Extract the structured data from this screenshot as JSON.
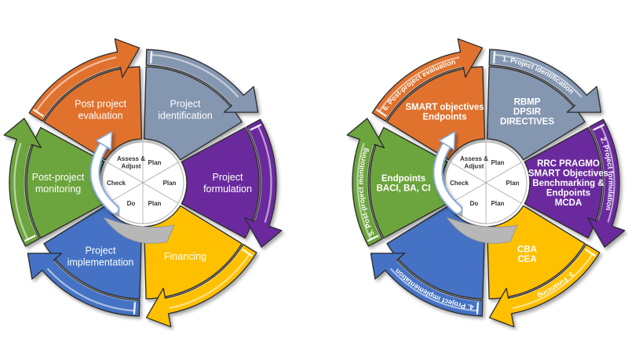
{
  "figure": {
    "background": "#ffffff",
    "description": "Two six-segment project-cycle wheels with PDCA hub"
  },
  "colors": {
    "slate": "#8496B0",
    "purple": "#6A2C9E",
    "yellow": "#FFC000",
    "blue": "#4472C4",
    "green": "#6CA43D",
    "orange": "#E0722D",
    "outline": "#2A2A2A",
    "label_text": "#FFFFFF",
    "hub_fill": "#FFFFFF",
    "hub_stroke": "#ADADAD",
    "hub_spoke": "#A6A6A6",
    "hub_text": "#333333",
    "swoosh_fill": "#B7B7B7",
    "swoosh_stroke": "#8F8F8F",
    "white_arrow_fill": "#FFFFFF",
    "white_arrow_outline": "#85A9DB"
  },
  "hub": {
    "labels": [
      {
        "key": "plan-top-right",
        "position": "top-right",
        "lines": [
          "Plan"
        ]
      },
      {
        "key": "plan-right",
        "position": "right",
        "lines": [
          "Plan"
        ]
      },
      {
        "key": "plan-bottom-right",
        "position": "bottom-right",
        "lines": [
          "Plan"
        ]
      },
      {
        "key": "do",
        "position": "bottom-left",
        "lines": [
          "Do"
        ]
      },
      {
        "key": "check",
        "position": "left",
        "lines": [
          "Check"
        ]
      },
      {
        "key": "assess-adjust",
        "position": "top-left",
        "lines": [
          "Assess &",
          "Adjust"
        ]
      }
    ]
  },
  "wheels": [
    {
      "key": "project-cycle-stages",
      "segments": [
        {
          "key": "project-identification",
          "color": "slate",
          "label_lines": [
            "Project",
            "identification"
          ],
          "band_label": ""
        },
        {
          "key": "project-formulation",
          "color": "purple",
          "label_lines": [
            "Project",
            "formulation"
          ],
          "band_label": ""
        },
        {
          "key": "financing",
          "color": "yellow",
          "label_lines": [
            "Financing"
          ],
          "band_label": ""
        },
        {
          "key": "project-implementation",
          "color": "blue",
          "label_lines": [
            "Project",
            "implementation"
          ],
          "band_label": ""
        },
        {
          "key": "post-project-monitoring",
          "color": "green",
          "label_lines": [
            "Post-project",
            "monitoring"
          ],
          "band_label": ""
        },
        {
          "key": "post-project-evaluation",
          "color": "orange",
          "label_lines": [
            "Post project",
            "evaluation"
          ],
          "band_label": ""
        }
      ]
    },
    {
      "key": "project-cycle-tools",
      "segments": [
        {
          "key": "project-identification-tools",
          "color": "slate",
          "label_lines": [
            "RBMP",
            "DPSIR",
            "DIRECTIVES"
          ],
          "band_label": "1. Project identification"
        },
        {
          "key": "project-formulation-tools",
          "color": "purple",
          "label_lines": [
            "RRC PRAGMO",
            "SMART Objectives",
            "Benchmarking &",
            "Endpoints",
            "MCDA"
          ],
          "band_label": "2. Project formulation"
        },
        {
          "key": "financing-tools",
          "color": "yellow",
          "label_lines": [
            "CBA",
            "CEA"
          ],
          "band_label": "3. Financing"
        },
        {
          "key": "project-implementation-tools",
          "color": "blue",
          "label_lines": [],
          "band_label": "4. Project implementation"
        },
        {
          "key": "post-project-monitoring-tools",
          "color": "green",
          "label_lines": [
            "Endpoints",
            "BACI, BA, CI"
          ],
          "band_label": "5. Post-project monitoring"
        },
        {
          "key": "post-project-evaluation-tools",
          "color": "orange",
          "label_lines": [
            "SMART objectives",
            "Endpoints"
          ],
          "band_label": "6. Post-project evaluation"
        }
      ]
    }
  ]
}
